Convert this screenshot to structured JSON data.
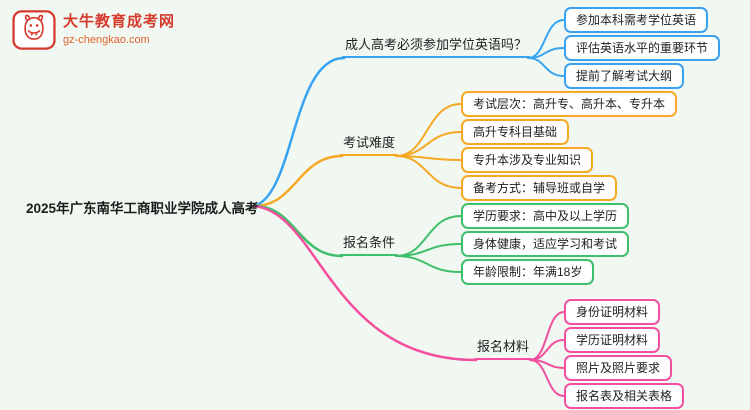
{
  "logo": {
    "title": "大牛教育成考网",
    "subtitle": "gz-chengkao.com",
    "brand_color": "#d63a2d",
    "subtitle_color": "#e2622d"
  },
  "root": {
    "label": "2025年广东南华工商职业学院成人高考"
  },
  "branches": [
    {
      "label": "成人高考必须参加学位英语吗？",
      "color": "#38a3f1",
      "children": [
        {
          "label": "参加本科需考学位英语"
        },
        {
          "label": "评估英语水平的重要环节"
        },
        {
          "label": "提前了解考试大纲"
        }
      ]
    },
    {
      "label": "考试难度",
      "color": "#f7a823",
      "children": [
        {
          "label": "考试层次：高升专、高升本、专升本"
        },
        {
          "label": "高升专科目基础"
        },
        {
          "label": "专升本涉及专业知识"
        },
        {
          "label": "备考方式：辅导班或自学"
        }
      ]
    },
    {
      "label": "报名条件",
      "color": "#3fbf6b",
      "children": [
        {
          "label": "学历要求：高中及以上学历"
        },
        {
          "label": "身体健康，适应学习和考试"
        },
        {
          "label": "年龄限制：年满18岁"
        }
      ]
    },
    {
      "label": "报名材料",
      "color": "#f2509e",
      "children": [
        {
          "label": "身份证明材料"
        },
        {
          "label": "学历证明材料"
        },
        {
          "label": "照片及照片要求"
        },
        {
          "label": "报名表及相关表格"
        }
      ]
    }
  ]
}
